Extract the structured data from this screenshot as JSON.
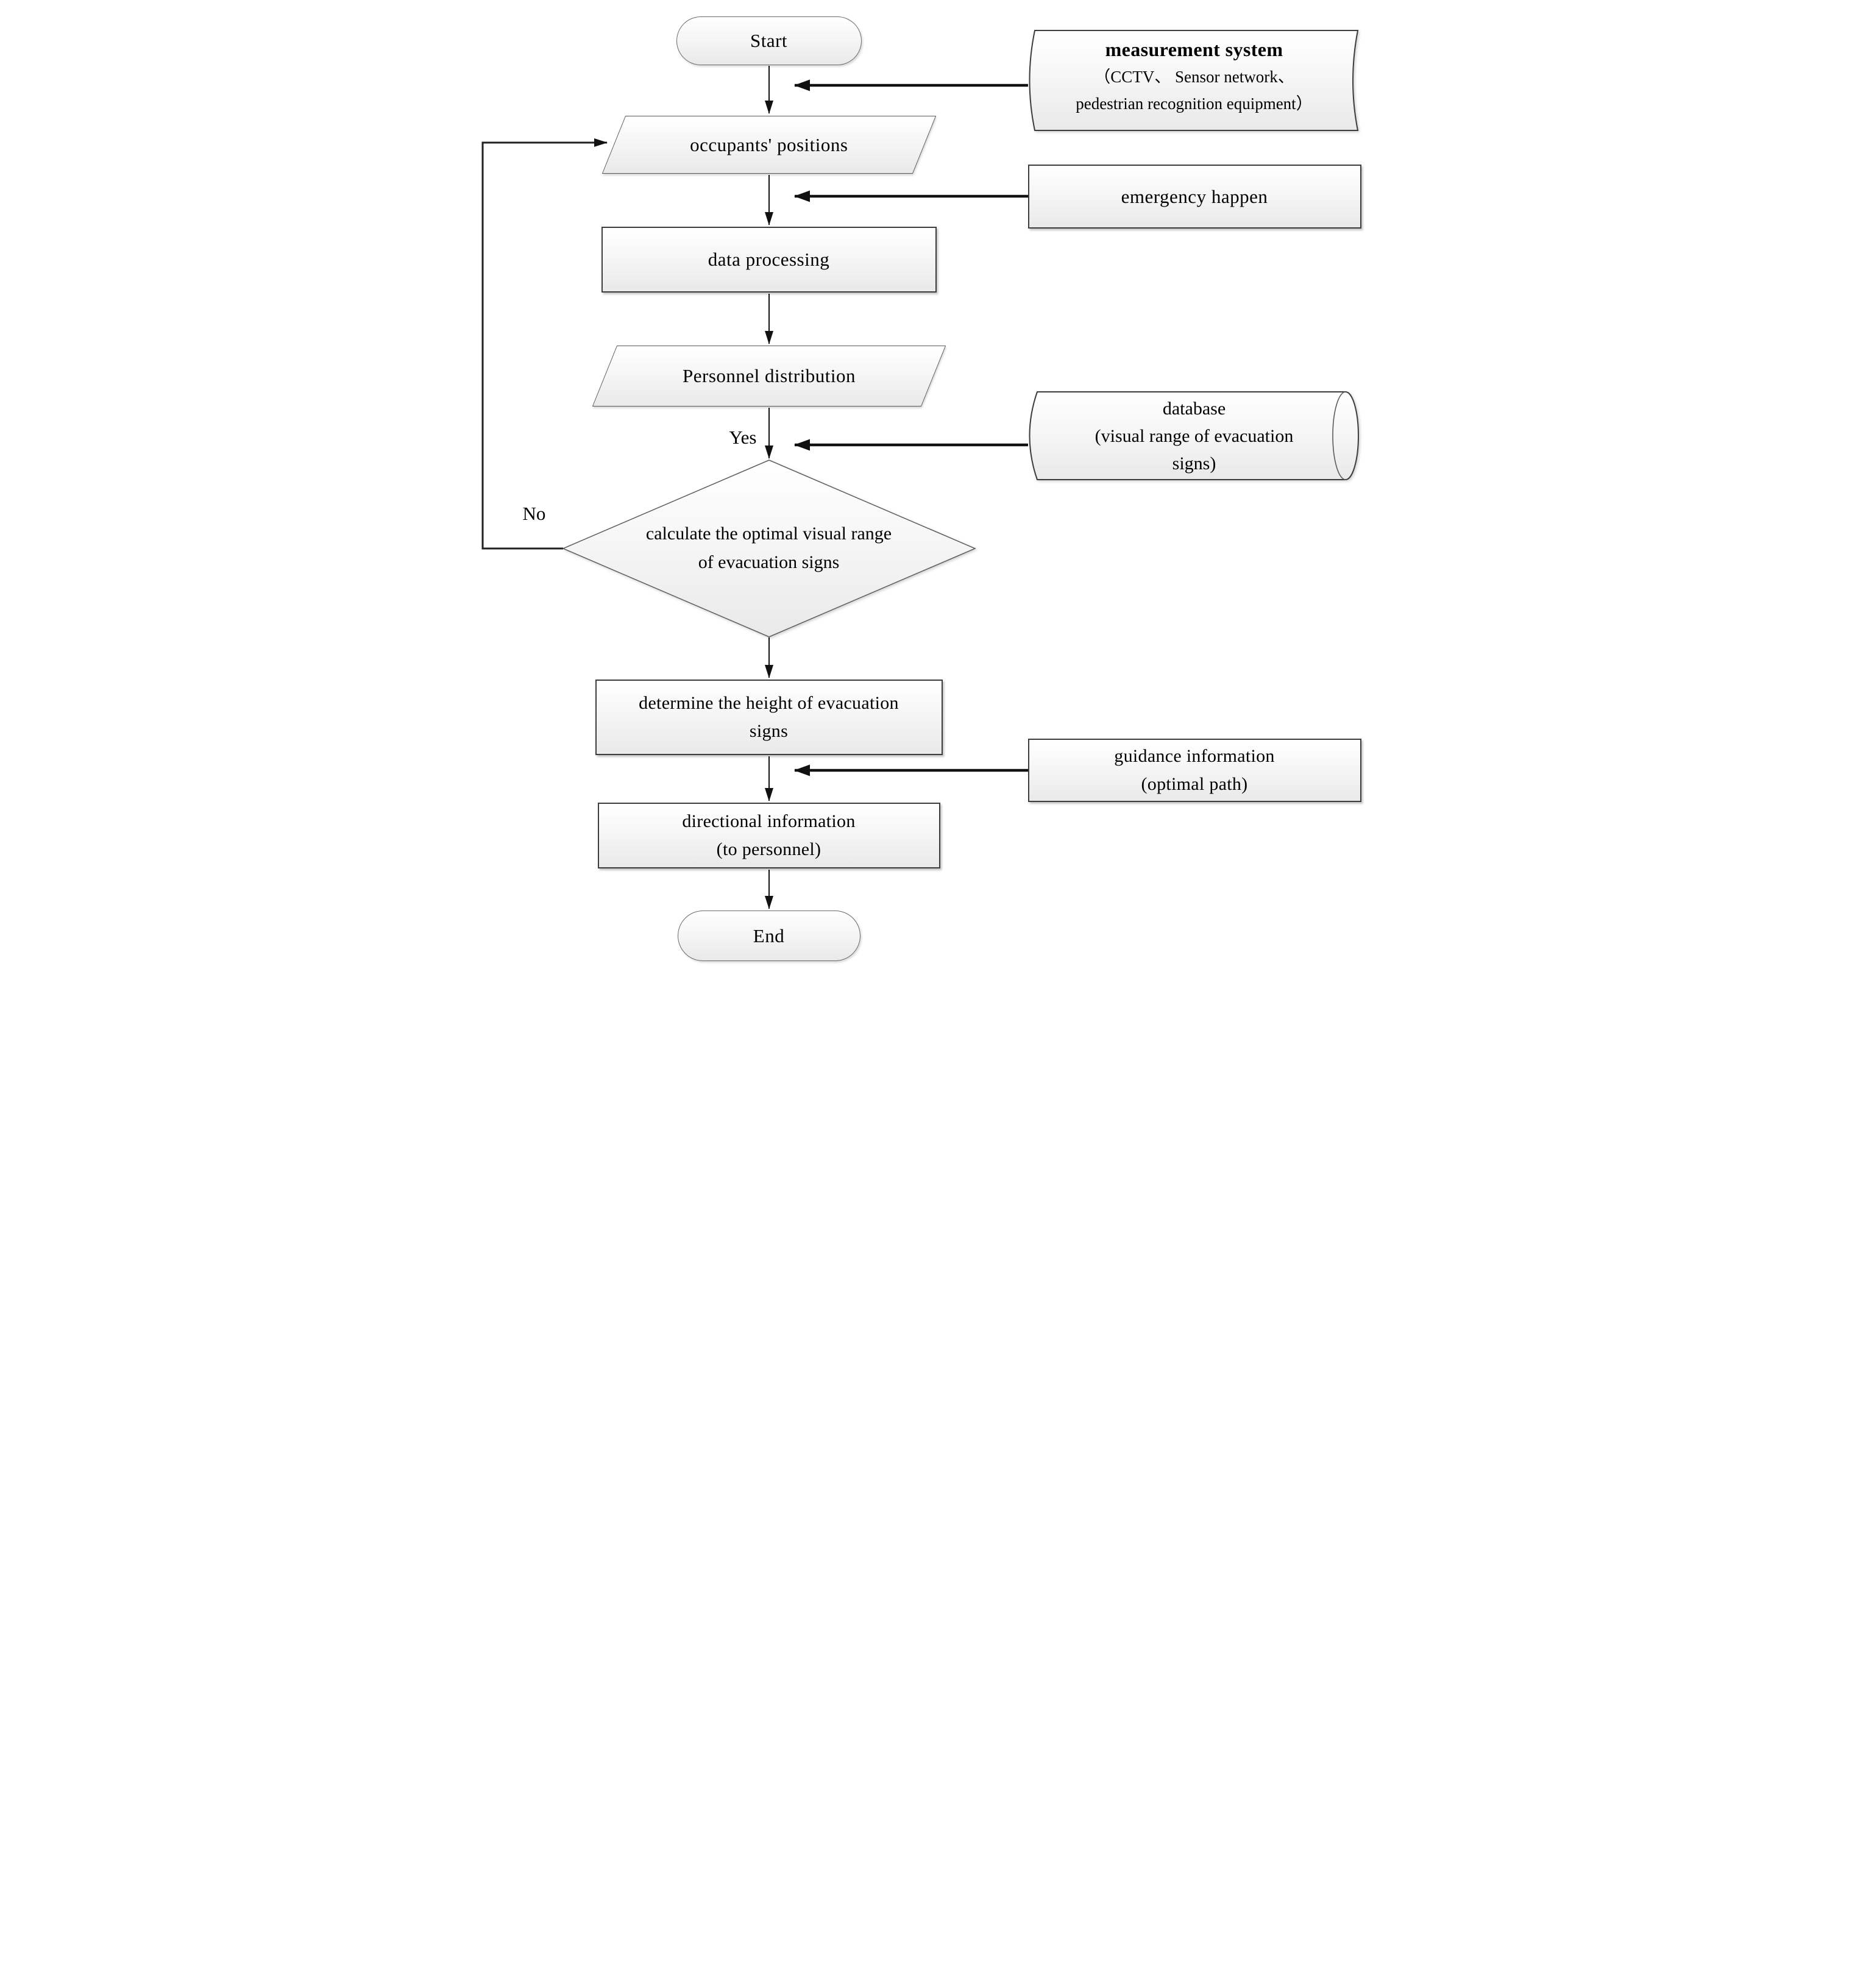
{
  "diagram": {
    "title_hint": "evacuation sign guidance flowchart",
    "nodes": {
      "start": {
        "label": "Start"
      },
      "measurement_system": {
        "lines": [
          "measurement system",
          "（CCTV、 Sensor network、",
          "pedestrian recognition equipment）"
        ]
      },
      "occupants_positions": {
        "label": "occupants' positions"
      },
      "emergency_happen": {
        "label": "emergency happen"
      },
      "data_processing": {
        "label": "data processing"
      },
      "personnel_distribution": {
        "label": "Personnel distribution"
      },
      "database": {
        "lines": [
          "database",
          "(visual range of evacuation",
          "signs)"
        ]
      },
      "decision_calculate": {
        "lines": [
          "calculate the optimal visual range",
          "of evacuation signs"
        ]
      },
      "determine_height": {
        "lines": [
          "determine the height of evacuation",
          "signs"
        ]
      },
      "guidance_information": {
        "lines": [
          "guidance information",
          "(optimal path)"
        ]
      },
      "directional_information": {
        "lines": [
          "directional information",
          "(to personnel)"
        ]
      },
      "end": {
        "label": "End"
      }
    },
    "edge_labels": {
      "yes": "Yes",
      "no": "No"
    },
    "colors": {
      "node_border": "#3d3d3d",
      "light_border": "#6b6b6b",
      "fill_top": "#ffffff",
      "fill_bottom": "#e9e9e9",
      "connector": "#111111",
      "background": "#ffffff"
    }
  }
}
